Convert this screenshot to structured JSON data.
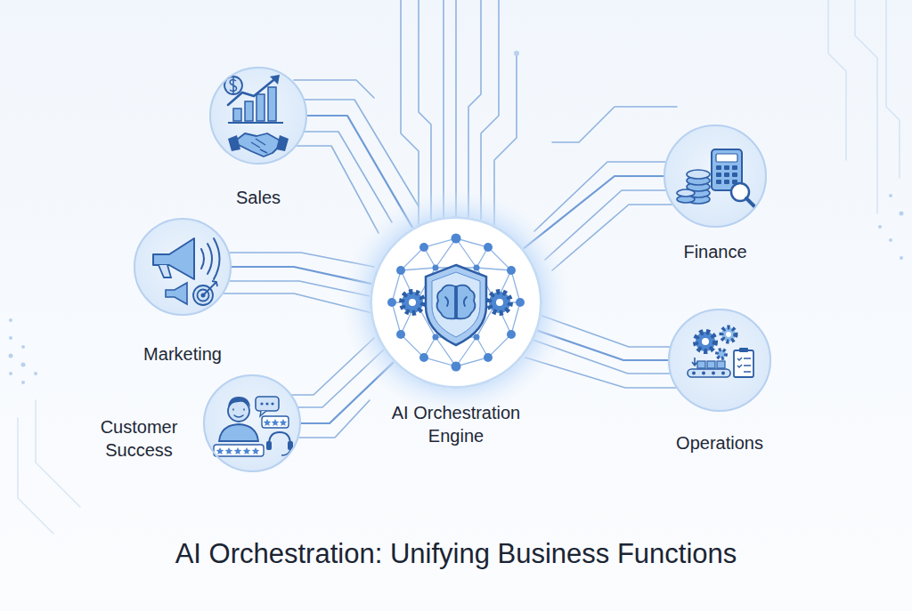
{
  "diagram": {
    "title": "AI Orchestration: Unifying Business Functions",
    "nodes": [
      {
        "text": [
          "Sales"
        ]
      },
      {
        "text": [
          "Marketing"
        ]
      },
      {
        "text": [
          "Customer Success"
        ]
      },
      {
        "text": [
          "AI Orchestration Engine"
        ]
      },
      {
        "text": [
          "Finance"
        ]
      },
      {
        "text": [
          "Operations"
        ]
      }
    ],
    "edges": [
      {
        "from": 3,
        "to": 0,
        "arrow": "none"
      },
      {
        "from": 3,
        "to": 1,
        "arrow": "none"
      },
      {
        "from": 3,
        "to": 2,
        "arrow": "none"
      },
      {
        "from": 3,
        "to": 4,
        "arrow": "none"
      },
      {
        "from": 3,
        "to": 5,
        "arrow": "none"
      }
    ]
  }
}
